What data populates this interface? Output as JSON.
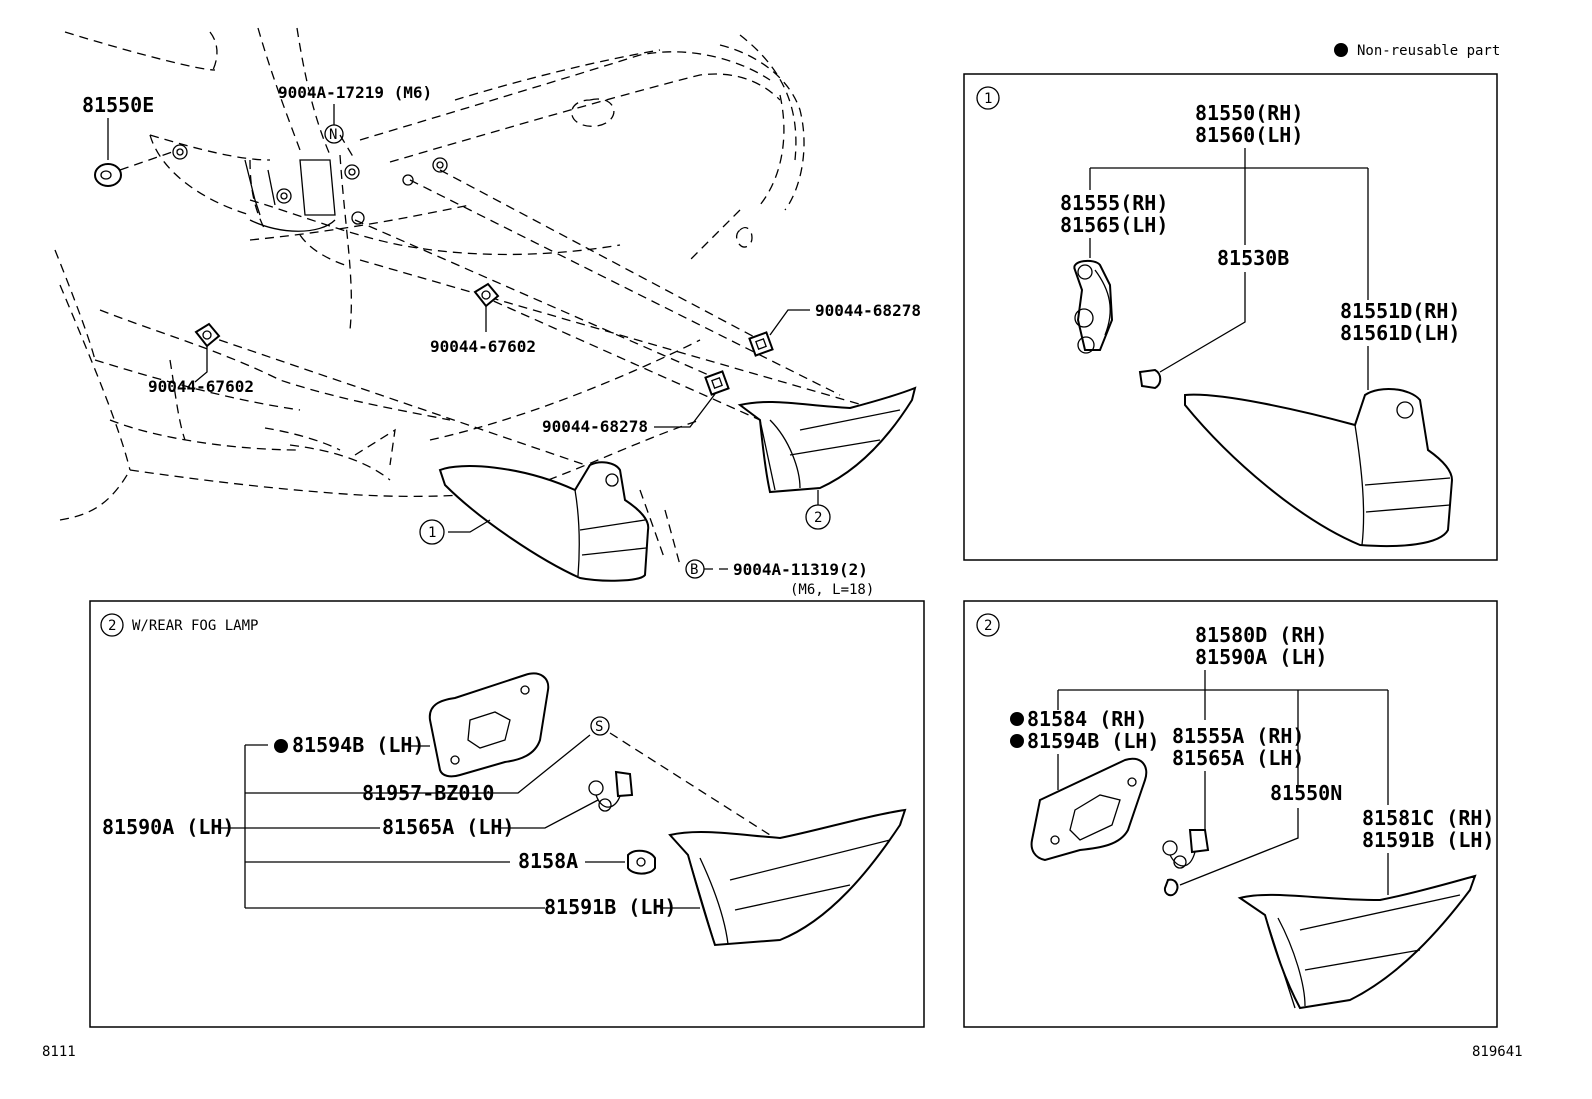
{
  "legend": {
    "bullet": "●",
    "text": "Non-reusable part"
  },
  "ref": {
    "page": "8111",
    "figure": "819641"
  },
  "overview": {
    "part_81550e": "81550E",
    "bolt_top": "9004A-17219 (M6)",
    "marker_n": "N",
    "clip_a": "90044-67602",
    "clip_b": "90044-67602",
    "clip_c": "90044-68278",
    "clip_d": "90044-68278",
    "marker_b": "B",
    "bolt_bottom": "9004A-11319(2)",
    "bolt_bottom_spec": "(M6, L=18)",
    "callout_1": "1",
    "callout_2": "2"
  },
  "panel1": {
    "badge": "1",
    "assy_rh": "81550(RH)",
    "assy_lh": "81560(LH)",
    "socket_rh": "81555(RH)",
    "socket_lh": "81565(LH)",
    "bulb": "81530B",
    "lens_rh": "81551D(RH)",
    "lens_lh": "81561D(LH)"
  },
  "panel2": {
    "badge": "2",
    "assy_rh": "81580D (RH)",
    "assy_lh": "81590A (LH)",
    "gasket_rh": "81584  (RH)",
    "gasket_lh": "81594B (LH)",
    "socket_rh": "81555A (RH)",
    "socket_lh": "81565A (LH)",
    "bulb": "81550N",
    "lens_rh": "81581C (RH)",
    "lens_lh": "81591B (LH)"
  },
  "fog_panel": {
    "badge": "2",
    "title": "W/REAR FOG LAMP",
    "assy": "81590A (LH)",
    "gasket": "81594B (LH)",
    "screw": "81957-BZ010",
    "marker_s": "S",
    "socket": "81565A (LH)",
    "bulb": "8158A",
    "lens": "81591B (LH)"
  }
}
